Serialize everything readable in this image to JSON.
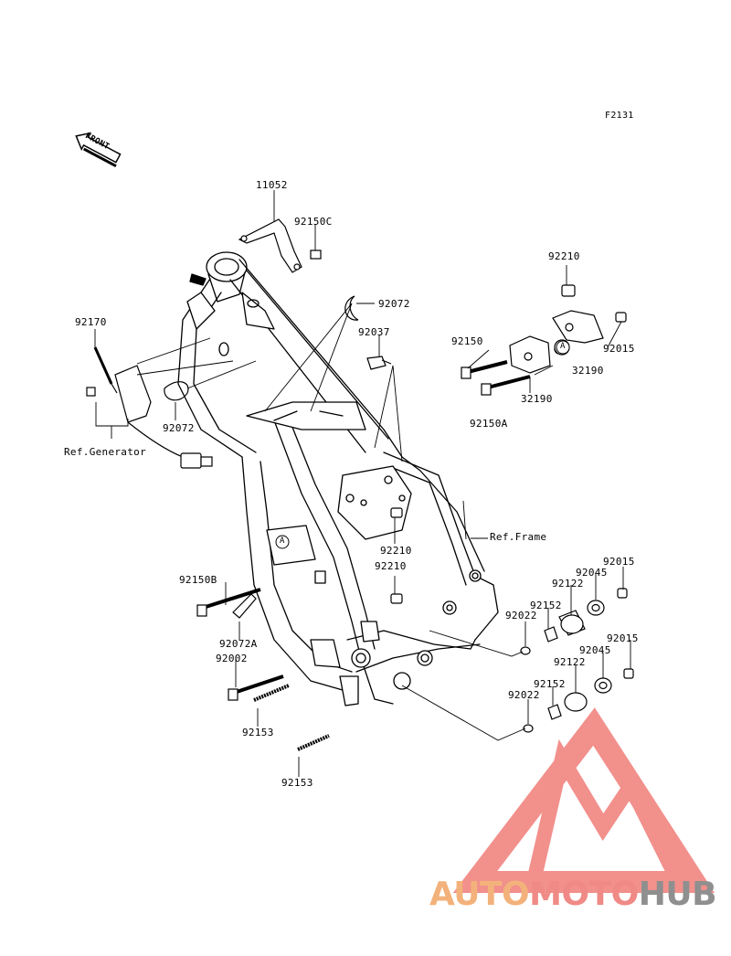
{
  "figure_code": "F2131",
  "front_label": "FRONT",
  "part_labels": {
    "p11052": "11052",
    "p92150C": "92150C",
    "p92072_top": "92072",
    "p92037": "92037",
    "p92170": "92170",
    "p92072_left": "92072",
    "ref_generator": "Ref.Generator",
    "p92210_top": "92210",
    "p92150": "92150",
    "p92015_top": "92015",
    "p32190_a": "32190",
    "p32190_b": "32190",
    "p92150A": "92150A",
    "ref_frame": "Ref.Frame",
    "p92210_mid": "92210",
    "p92210_low": "92210",
    "p92150B": "92150B",
    "p92072A": "92072A",
    "p92002": "92002",
    "p92153_a": "92153",
    "p92153_b": "92153",
    "p92015_r1": "92015",
    "p92045_r1": "92045",
    "p92122_r1": "92122",
    "p92152_r1": "92152",
    "p92022_r1": "92022",
    "p92015_r2": "92015",
    "p92045_r2": "92045",
    "p92122_r2": "92122",
    "p92152_r2": "92152",
    "p92022_r2": "92022",
    "callout_a1": "A",
    "callout_a2": "A"
  },
  "logo": {
    "part1": "AUTO",
    "part2": "MOTO",
    "part3": "HUB",
    "color_auto": "#f3b27b",
    "color_moto": "#ef8a86",
    "color_hub": "#8f8f8f",
    "triangle_color": "#ee6b66"
  }
}
